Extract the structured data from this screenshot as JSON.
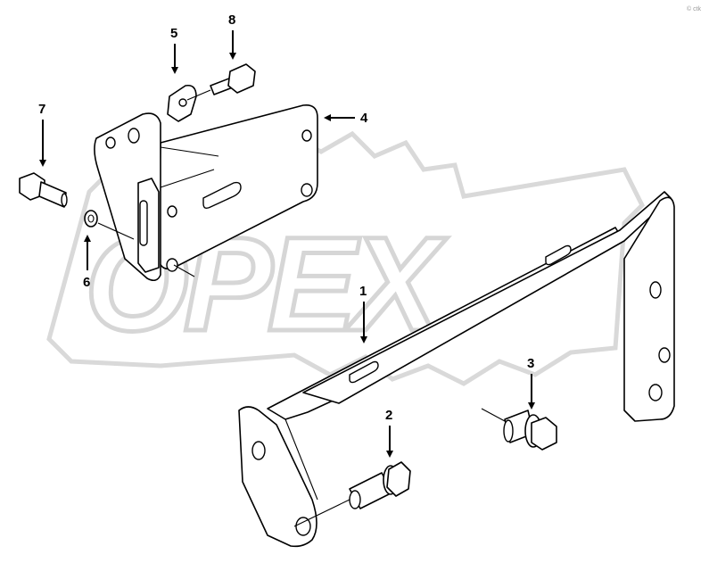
{
  "diagram": {
    "callouts": [
      {
        "id": "c1",
        "label": "1"
      },
      {
        "id": "c2",
        "label": "2"
      },
      {
        "id": "c3",
        "label": "3"
      },
      {
        "id": "c4",
        "label": "4"
      },
      {
        "id": "c5",
        "label": "5"
      },
      {
        "id": "c6",
        "label": "6"
      },
      {
        "id": "c7",
        "label": "7"
      },
      {
        "id": "c8",
        "label": "8"
      }
    ],
    "watermark": "OPEX",
    "corner_mark": "© ctk"
  },
  "colors": {
    "line": "#000000",
    "watermark": "#d6d6d6",
    "background": "#ffffff"
  }
}
